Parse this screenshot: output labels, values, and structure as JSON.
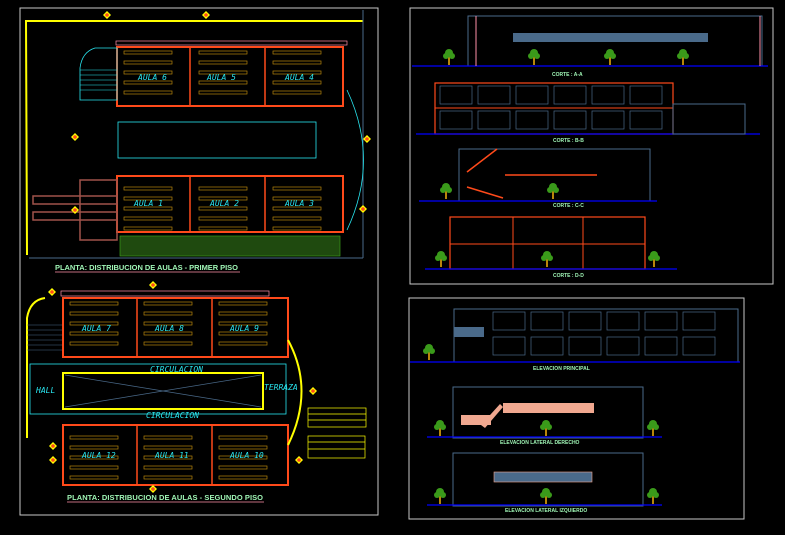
{
  "colors": {
    "background": "#000000",
    "frame": "#c8c8c8",
    "wall": "#ff4a1a",
    "axis": "#ff8fa8",
    "window": "#4a6a8a",
    "desk": "#b8860b",
    "text": "#29e6f0",
    "boundary": "#ffff00",
    "vegetation": "#3a9a1a",
    "title": "#9ff5b5"
  },
  "plan1": {
    "title": "PLANTA: DISTRIBUCION DE AULAS - PRIMER PISO",
    "rooms": [
      "AULA 6",
      "AULA 5",
      "AULA 4",
      "AULA 1",
      "AULA 2",
      "AULA 3"
    ]
  },
  "plan2": {
    "title": "PLANTA: DISTRIBUCION DE AULAS - SEGUNDO PISO",
    "rooms": [
      "AULA 7",
      "AULA 8",
      "AULA 9",
      "AULA 12",
      "AULA 11",
      "AULA 10"
    ],
    "circulation": "CIRCULACION",
    "hall": "HALL",
    "terrace": "TERRAZA"
  },
  "sections": {
    "a": "CORTE : A-A",
    "b": "CORTE : B-B",
    "c": "CORTE : C-C",
    "d": "CORTE : D-D"
  },
  "elevations": {
    "front": "ELEVACION PRINCIPAL",
    "right": "ELEVACION LATERAL DERECHO",
    "left": "ELEVACION LATERAL IZQUIERDO"
  }
}
